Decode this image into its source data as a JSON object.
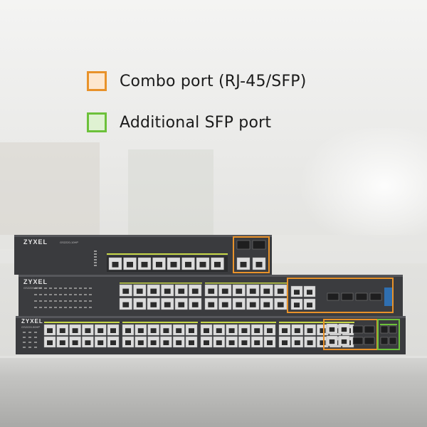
{
  "legend": {
    "combo": {
      "label": "Combo port (RJ-45/SFP)",
      "border": "#e8922a",
      "fill": "#fde7cf"
    },
    "sfp": {
      "label": "Additional SFP port",
      "border": "#6cc13a",
      "fill": "#dff2d2"
    }
  },
  "switches": [
    {
      "brand": "ZYXEL",
      "model": "GS2220-10HP"
    },
    {
      "brand": "ZYXEL",
      "model": "GS2220-28HP"
    },
    {
      "brand": "ZYXEL",
      "model": "GS2220-50HP"
    }
  ],
  "colors": {
    "chassis": "#3c3d40",
    "chassis_dark": "#2a2b2d",
    "port": "#d9d9d9",
    "poe_label": "#c9d94a",
    "highlight_orange": "#e8922a",
    "highlight_green": "#6cc13a",
    "table": "#c9c9c9"
  }
}
